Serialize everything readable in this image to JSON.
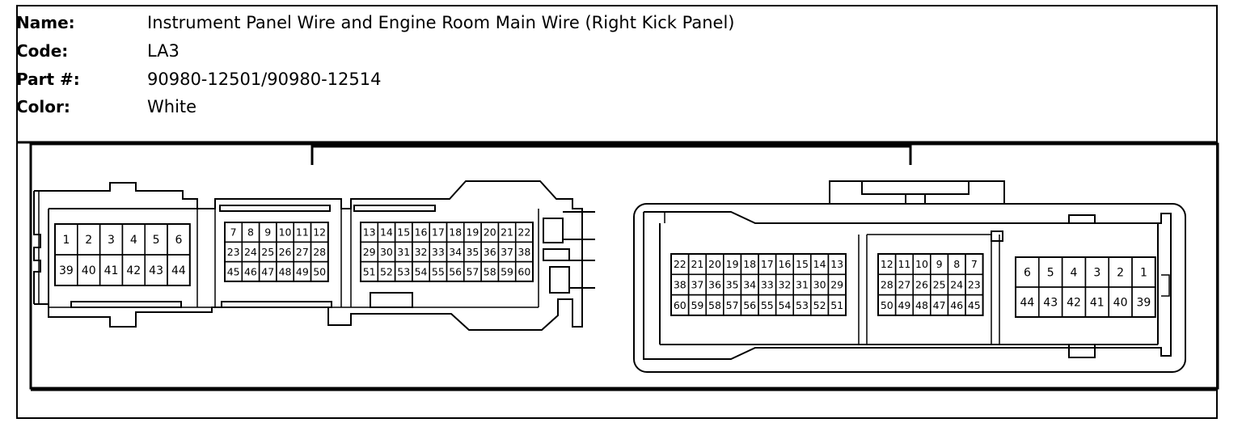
{
  "info": {
    "name_label": "Name:",
    "name_value": "Instrument Panel Wire and Engine Room Main Wire (Right Kick Panel)",
    "code_label": "Code:",
    "code_value": "LA3",
    "part_label": "Part #:",
    "part_value": "90980-12501/90980-12514",
    "color_label": "Color:",
    "color_value": "White"
  },
  "left_connector": {
    "block_a": [
      [
        "1",
        "2",
        "3",
        "4",
        "5",
        "6"
      ],
      [
        "39",
        "40",
        "41",
        "42",
        "43",
        "44"
      ]
    ],
    "block_b": [
      [
        "7",
        "8",
        "9",
        "10",
        "11",
        "12"
      ],
      [
        "23",
        "24",
        "25",
        "26",
        "27",
        "28"
      ],
      [
        "45",
        "46",
        "47",
        "48",
        "49",
        "50"
      ]
    ],
    "block_c": [
      [
        "13",
        "14",
        "15",
        "16",
        "17",
        "18",
        "19",
        "20",
        "21",
        "22"
      ],
      [
        "29",
        "30",
        "31",
        "32",
        "33",
        "34",
        "35",
        "36",
        "37",
        "38"
      ],
      [
        "51",
        "52",
        "53",
        "54",
        "55",
        "56",
        "57",
        "58",
        "59",
        "60"
      ]
    ]
  },
  "right_connector": {
    "block_a": [
      [
        "22",
        "21",
        "20",
        "19",
        "18",
        "17",
        "16",
        "15",
        "14",
        "13"
      ],
      [
        "38",
        "37",
        "36",
        "35",
        "34",
        "33",
        "32",
        "31",
        "30",
        "29"
      ],
      [
        "60",
        "59",
        "58",
        "57",
        "56",
        "55",
        "54",
        "53",
        "52",
        "51"
      ]
    ],
    "block_b": [
      [
        "12",
        "11",
        "10",
        "9",
        "8",
        "7"
      ],
      [
        "28",
        "27",
        "26",
        "25",
        "24",
        "23"
      ],
      [
        "50",
        "49",
        "48",
        "47",
        "46",
        "45"
      ]
    ],
    "block_c": [
      [
        "6",
        "5",
        "4",
        "3",
        "2",
        "1"
      ],
      [
        "44",
        "43",
        "42",
        "41",
        "40",
        "39"
      ]
    ]
  }
}
